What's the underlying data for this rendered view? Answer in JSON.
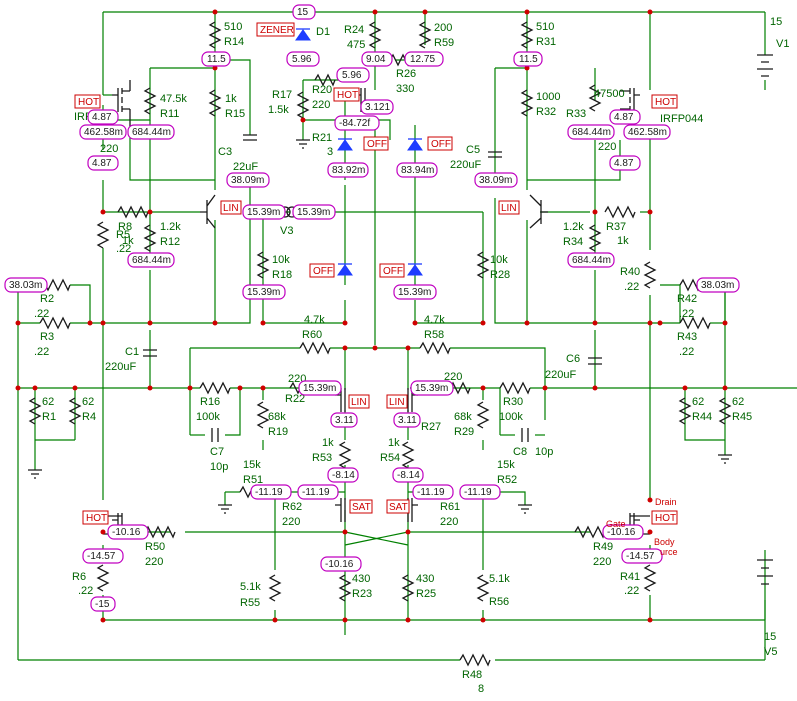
{
  "colors": {
    "wire": "#008000",
    "node": "#d00000",
    "probe_border": "#c000c0",
    "state": "#cc0000",
    "diode": "#1e3cff",
    "label": "#006400"
  },
  "components": [
    {
      "name": "R14",
      "value": "510"
    },
    {
      "name": "R31",
      "value": "510"
    },
    {
      "name": "R24",
      "value": "475"
    },
    {
      "name": "R59",
      "value": "200"
    },
    {
      "name": "R26",
      "value": "330"
    },
    {
      "name": "R17",
      "value": "1.5k"
    },
    {
      "name": "R20",
      "value": "220"
    },
    {
      "name": "R21",
      "value": "3"
    },
    {
      "name": "R11",
      "value": "47.5k"
    },
    {
      "name": "R15",
      "value": "1k"
    },
    {
      "name": "R32",
      "value": "1000"
    },
    {
      "name": "R33",
      "value": "47500"
    },
    {
      "name": "C3",
      "value": "22uF"
    },
    {
      "name": "C5",
      "value": "220uF"
    },
    {
      "name": "R12",
      "value": "1.2k"
    },
    {
      "name": "R34",
      "value": "1.2k"
    },
    {
      "name": "R8",
      "value": "1k"
    },
    {
      "name": "R37",
      "value": "1k"
    },
    {
      "name": "R5",
      "value": ".22"
    },
    {
      "name": "R18",
      "value": "10k"
    },
    {
      "name": "R28",
      "value": "10k"
    },
    {
      "name": "R2",
      "value": ".22"
    },
    {
      "name": "R3",
      "value": ".22"
    },
    {
      "name": "R42",
      "value": ".22"
    },
    {
      "name": "R43",
      "value": ".22"
    },
    {
      "name": "R40",
      "value": ".22"
    },
    {
      "name": "R60",
      "value": "4.7k"
    },
    {
      "name": "R58",
      "value": "4.7k"
    },
    {
      "name": "C1",
      "value": "220uF"
    },
    {
      "name": "C6",
      "value": "220uF"
    },
    {
      "name": "R1",
      "value": "62"
    },
    {
      "name": "R4",
      "value": "62"
    },
    {
      "name": "R44",
      "value": "62"
    },
    {
      "name": "R45",
      "value": "62"
    },
    {
      "name": "R16",
      "value": "100k"
    },
    {
      "name": "R30",
      "value": "100k"
    },
    {
      "name": "C7",
      "value": "10p"
    },
    {
      "name": "C8",
      "value": "10p"
    },
    {
      "name": "R22",
      "value": "220"
    },
    {
      "name": "R27",
      "value": "220"
    },
    {
      "name": "R19",
      "value": "68k"
    },
    {
      "name": "R29",
      "value": "68k"
    },
    {
      "name": "R53",
      "value": "1k"
    },
    {
      "name": "R54",
      "value": "1k"
    },
    {
      "name": "R51",
      "value": "15k"
    },
    {
      "name": "R52",
      "value": "15k"
    },
    {
      "name": "R62",
      "value": "220"
    },
    {
      "name": "R61",
      "value": "220"
    },
    {
      "name": "R50",
      "value": "220"
    },
    {
      "name": "R49",
      "value": "220"
    },
    {
      "name": "R6",
      "value": ".22"
    },
    {
      "name": "R41",
      "value": ".22"
    },
    {
      "name": "R55",
      "value": "5.1k"
    },
    {
      "name": "R56",
      "value": "5.1k"
    },
    {
      "name": "R23",
      "value": "430"
    },
    {
      "name": "R25",
      "value": "430"
    },
    {
      "name": "R48",
      "value": "8"
    },
    {
      "name": "V1",
      "value": "15"
    },
    {
      "name": "V5",
      "value": "15"
    },
    {
      "name": "V3",
      "value": ""
    },
    {
      "name": "D1",
      "value": ""
    }
  ],
  "parts": {
    "irfp_left": "IRFP044",
    "irfp_right": "IRFP044"
  },
  "probes": {
    "top15": "15",
    "n115l": "11.5",
    "n115r": "11.5",
    "n596a": "5.96",
    "n596b": "5.96",
    "n904": "9.04",
    "n1275": "12.75",
    "n3121": "3.121",
    "n8472": "-84.72f",
    "n487a": "4.87",
    "n487b": "4.87",
    "n487c": "4.87",
    "n487d": "4.87",
    "n46258a": "462.58m",
    "n46258b": "462.58m",
    "n68444a": "684.44m",
    "n68444b": "684.44m",
    "n68444c": "684.44m",
    "n68444d": "684.44m",
    "n3809a": "38.09m",
    "n3809b": "38.09m",
    "n8392": "83.92m",
    "n8394": "83.94m",
    "n1539a": "15.39m",
    "n1539b": "15.39m",
    "n1539c": "15.39m",
    "n1539d": "15.39m",
    "n1539e": "15.39m",
    "n1539f": "15.39m",
    "n3803a": "38.03m",
    "n3803b": "38.03m",
    "n311a": "3.11",
    "n311b": "3.11",
    "n814a": "-8.14",
    "n814b": "-8.14",
    "n1119a": "-11.19",
    "n1119b": "-11.19",
    "n1119c": "-11.19",
    "n1119d": "-11.19",
    "n1016a": "-10.16",
    "n1016b": "-10.16",
    "n1016c": "-10.16",
    "n1457a": "-14.57",
    "n1457b": "-14.57",
    "n15neg": "-15"
  },
  "states": {
    "hot": "HOT",
    "lin": "LIN",
    "off": "OFF",
    "sat": "SAT",
    "zener": "ZENER"
  },
  "pins": {
    "drain": "Drain",
    "gate": "Gate",
    "body": "Body",
    "source": "urce"
  }
}
